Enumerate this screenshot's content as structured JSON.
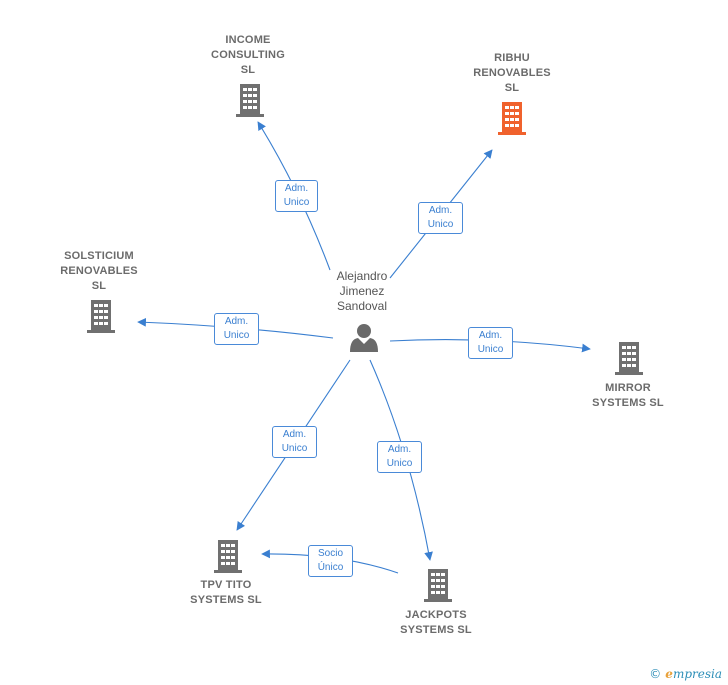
{
  "person": {
    "name": "Alejandro\nJimenez\nSandoval"
  },
  "companies": {
    "income": {
      "name": "INCOME\nCONSULTING\nSL"
    },
    "ribhu": {
      "name": "RIBHU\nRENOVABLES\nSL"
    },
    "solsticium": {
      "name": "SOLSTICIUM\nRENOVABLES\nSL"
    },
    "mirror": {
      "name": "MIRROR\nSYSTEMS  SL"
    },
    "tpv": {
      "name": "TPV TITO\nSYSTEMS  SL"
    },
    "jackpots": {
      "name": "JACKPOTS\nSYSTEMS  SL"
    }
  },
  "relations": {
    "income": "Adm.\nUnico",
    "ribhu": "Adm.\nUnico",
    "solsticium": "Adm.\nUnico",
    "mirror": "Adm.\nUnico",
    "tpv": "Adm.\nUnico",
    "jackpots": "Adm.\nUnico",
    "jackpots_tpv": "Socio\nÚnico"
  },
  "colors": {
    "edge": "#3a7fd0",
    "building": "#707070",
    "highlight": "#f0622d"
  },
  "footer": {
    "copyright": "©",
    "brand_initial": "e",
    "brand_rest": "mpresia"
  }
}
